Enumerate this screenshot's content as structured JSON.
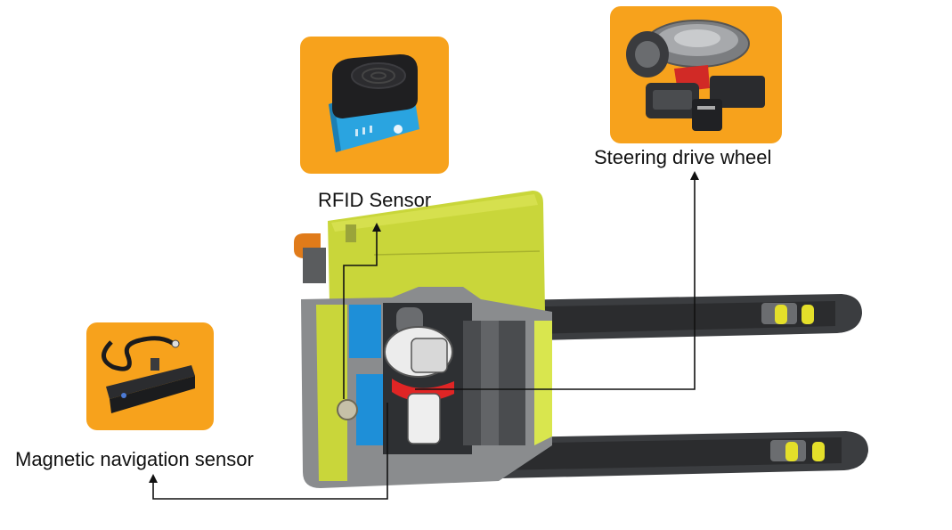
{
  "labels": {
    "rfid": "RFID Sensor",
    "steering": "Steering drive wheel",
    "magnetic": "Magnetic navigation sensor"
  },
  "colors": {
    "card_bg": "#f7a21c",
    "body_yellow": "#c9d63a",
    "chassis_gray": "#8a8c8e",
    "blue_panel": "#1e8fd8",
    "fork_dark": "#3b3d40",
    "red_band": "#e02525",
    "leader_line": "#111111"
  },
  "icons": {
    "rfid_card": "rfid-reader-device-icon",
    "steering_card": "steering-drive-wheel-icon",
    "magnetic_card": "magnetic-sensor-bar-icon"
  }
}
